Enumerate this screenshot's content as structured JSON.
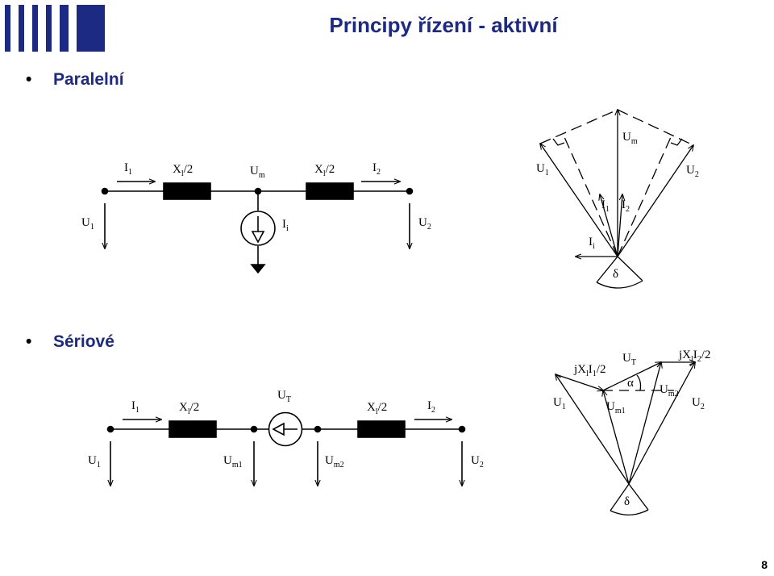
{
  "header": {
    "title": "Principy řízení - aktivní",
    "logo_icon": "vertical-bars-logo"
  },
  "bullets": [
    {
      "label": "Paralelní"
    },
    {
      "label": "Sériové"
    }
  ],
  "page_number": "8",
  "colors": {
    "title": "#1c2a84",
    "logo": "#1c2a84",
    "lines": "#000000"
  },
  "parallel": {
    "circuit": {
      "I1": "I",
      "I1_sub": "1",
      "X1": "X",
      "X1_sub": "l",
      "X1_tail": "/2",
      "Um": "U",
      "Um_sub": "m",
      "X2": "X",
      "X2_sub": "l",
      "X2_tail": "/2",
      "I2": "I",
      "I2_sub": "2",
      "U1": "U",
      "U1_sub": "1",
      "Ii": "I",
      "Ii_sub": "i",
      "U2": "U",
      "U2_sub": "2"
    },
    "phasor": {
      "Um": "U",
      "Um_sub": "m",
      "U1": "U",
      "U1_sub": "1",
      "U2": "U",
      "U2_sub": "2",
      "I1": "I",
      "I1_sub": "1",
      "I2": "I",
      "I2_sub": "2",
      "Ii": "I",
      "Ii_sub": "i",
      "delta": "δ"
    }
  },
  "series": {
    "circuit": {
      "I1": "I",
      "I1_sub": "1",
      "X1": "X",
      "X1_sub": "l",
      "X1_tail": "/2",
      "UT": "U",
      "UT_sub": "T",
      "X2": "X",
      "X2_sub": "l",
      "X2_tail": "/2",
      "I2": "I",
      "I2_sub": "2",
      "U1": "U",
      "U1_sub": "1",
      "Um1": "U",
      "Um1_sub": "m1",
      "Um2": "U",
      "Um2_sub": "m2",
      "U2": "U",
      "U2_sub": "2"
    },
    "phasor": {
      "jXI1": "jX",
      "jXI1_sub": "l",
      "jXI1_I": "I",
      "jXI1_Isub": "1",
      "jXI1_tail": "/2",
      "UT": "U",
      "UT_sub": "T",
      "jXI2": "jX",
      "jXI2_sub": "l",
      "jXI2_I": "I",
      "jXI2_Isub": "2",
      "jXI2_tail": "/2",
      "alpha": "α",
      "U1": "U",
      "U1_sub": "1",
      "Um1": "U",
      "Um1_sub": "m1",
      "Um2": "U",
      "Um2_sub": "m2",
      "U2": "U",
      "U2_sub": "2",
      "delta": "δ"
    }
  }
}
